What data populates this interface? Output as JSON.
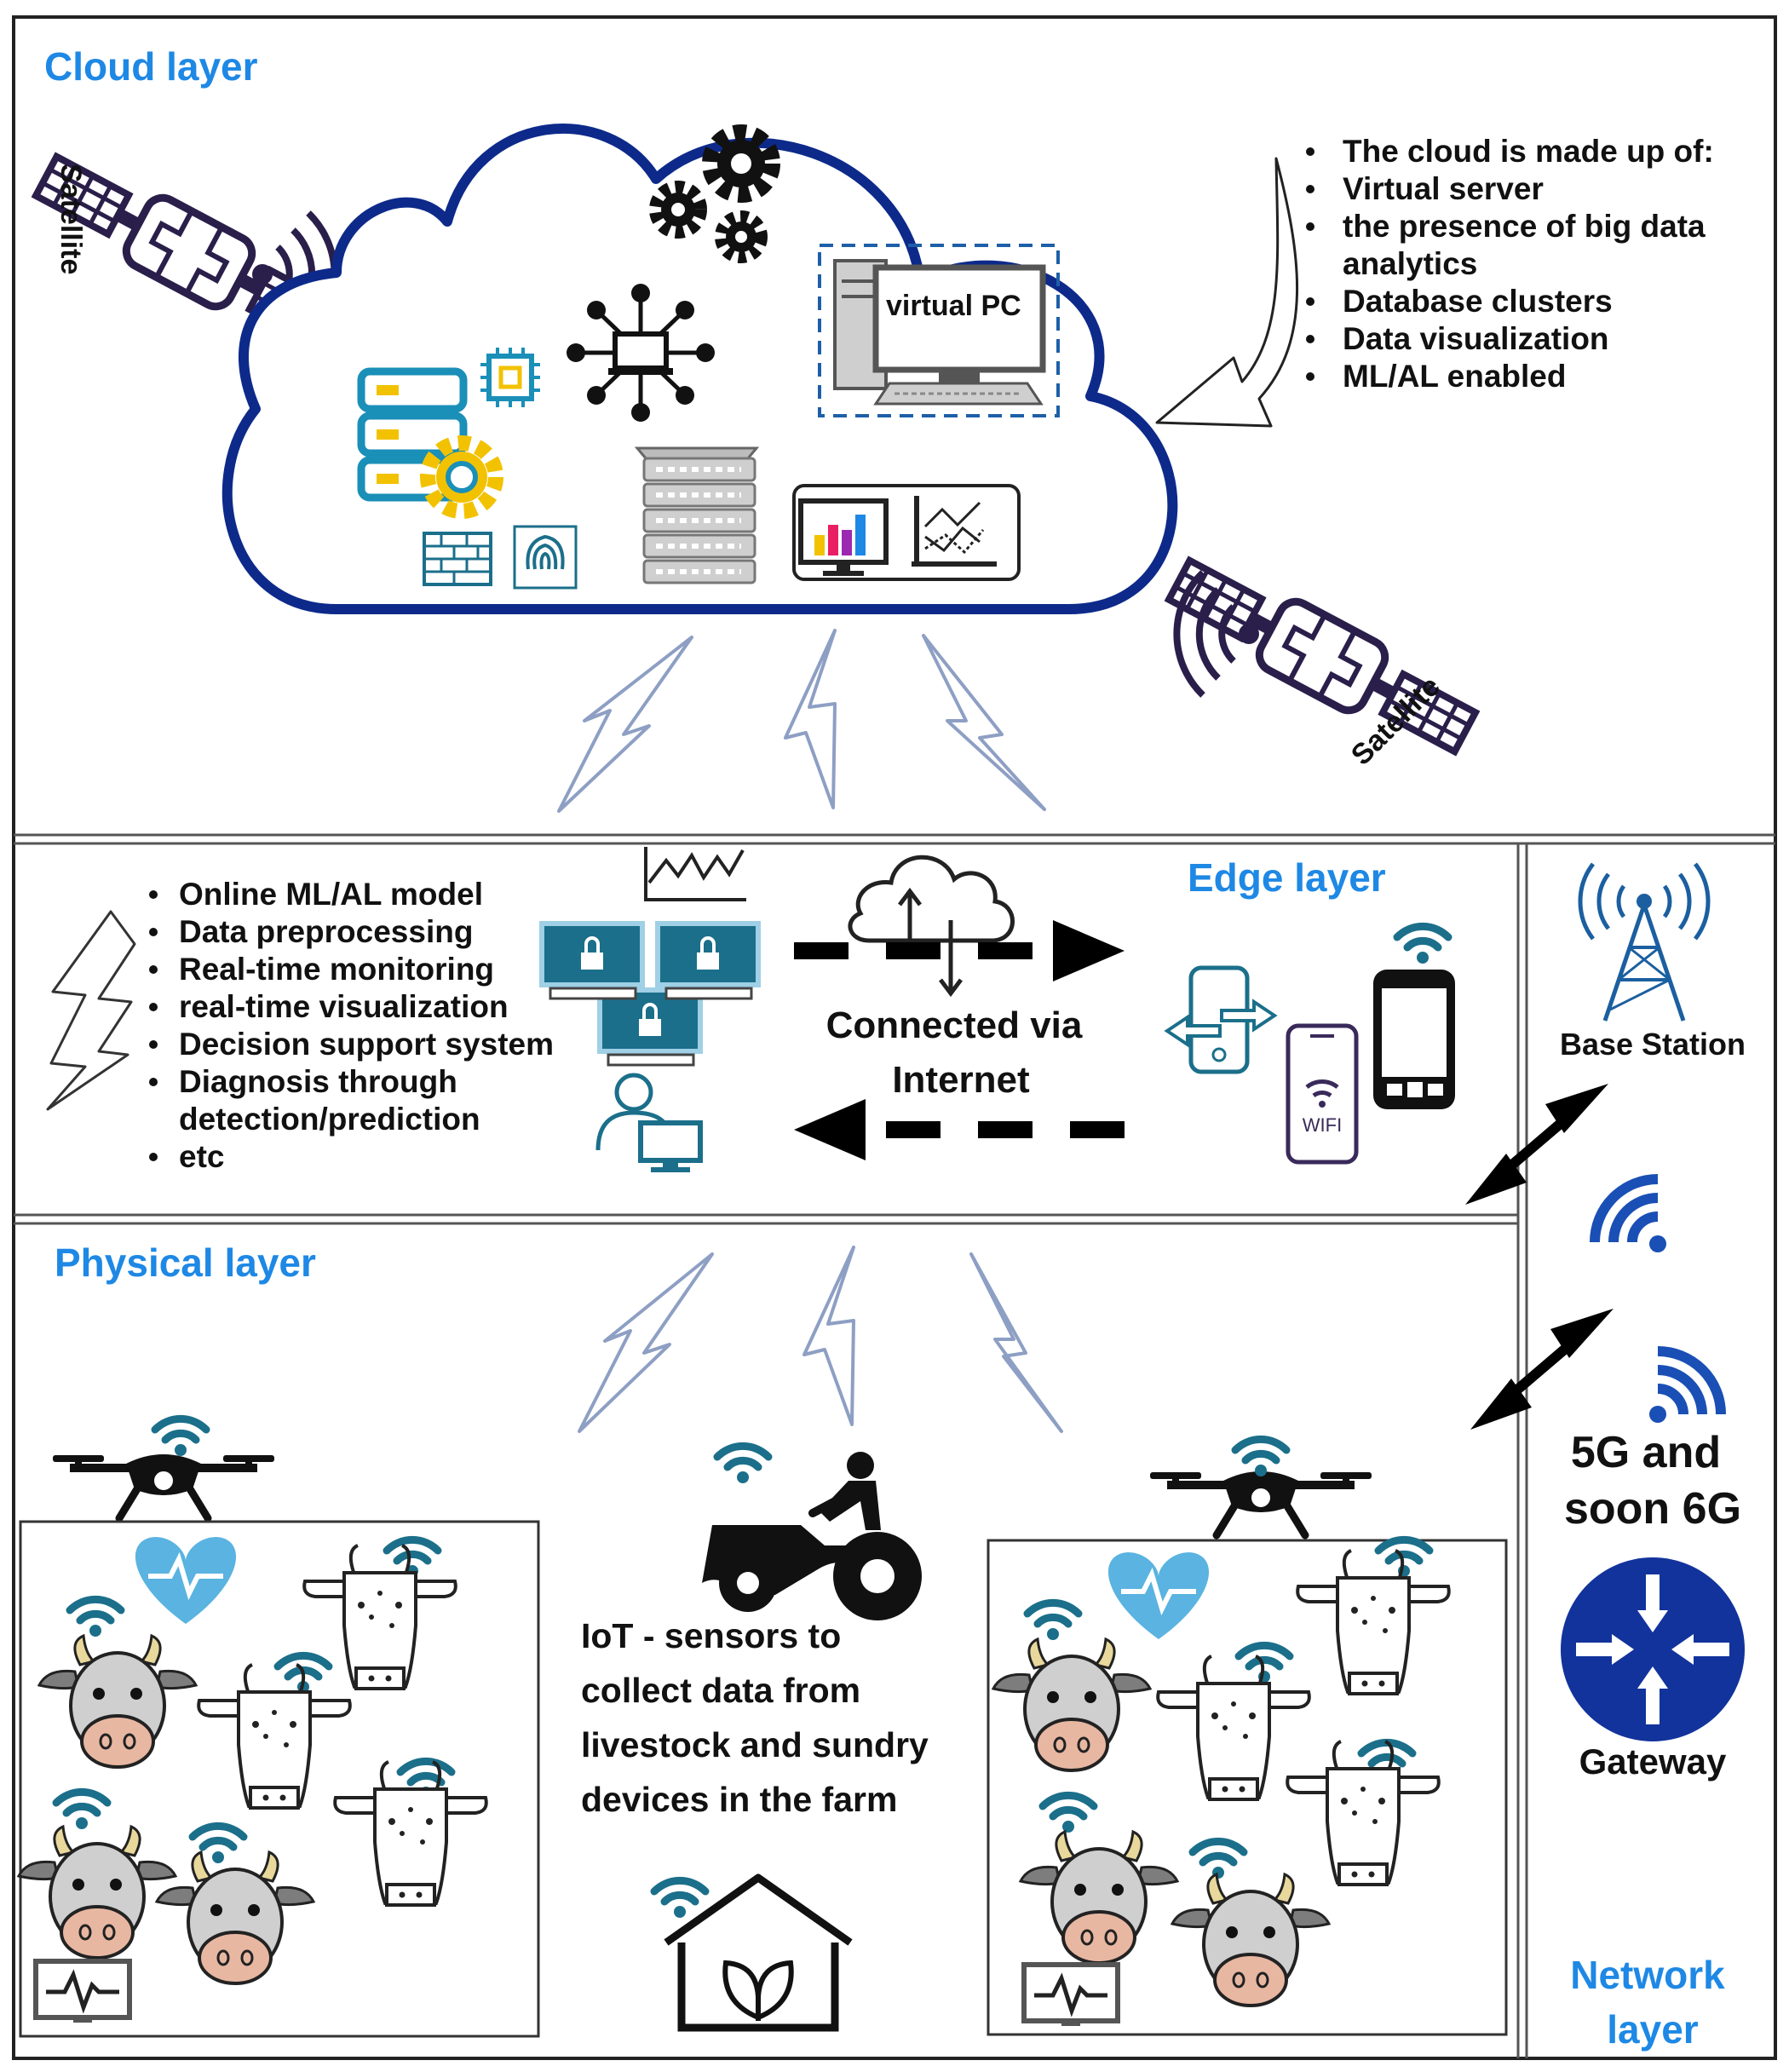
{
  "layers": {
    "cloud": "Cloud layer",
    "edge": "Edge layer",
    "physical": "Physical layer",
    "network_line1": "Network",
    "network_line2": "layer"
  },
  "satellite_label": "Satellite",
  "virtual_pc_label": "virtual PC",
  "cloud_list": [
    "The cloud is made up of:",
    "Virtual server",
    "the presence of big data",
    "analytics",
    "Database clusters",
    "Data visualization",
    "ML/AL enabled"
  ],
  "edge_list": [
    "Online ML/AL model",
    "Data preprocessing",
    "Real-time monitoring",
    "real-time visualization",
    "Decision support system",
    "Diagnosis through",
    "detection/prediction",
    "etc"
  ],
  "connection": {
    "line1": "Connected via",
    "line2": "Internet"
  },
  "wifi_label": "WIFI",
  "network": {
    "base_station": "Base Station",
    "fiveg_line1": "5G and",
    "fiveg_line2": "soon 6G",
    "gateway": "Gateway"
  },
  "iot_text": [
    "IoT - sensors to",
    "collect data from",
    "livestock and sundry",
    "devices in the farm"
  ],
  "colors": {
    "accent_blue": "#1e88e5",
    "cloud_navy": "#0d2a8a",
    "teal": "#1b6f8a",
    "lightning": "#8e9fc4",
    "satellite": "#2a1f4a",
    "gateway": "#12339c"
  }
}
